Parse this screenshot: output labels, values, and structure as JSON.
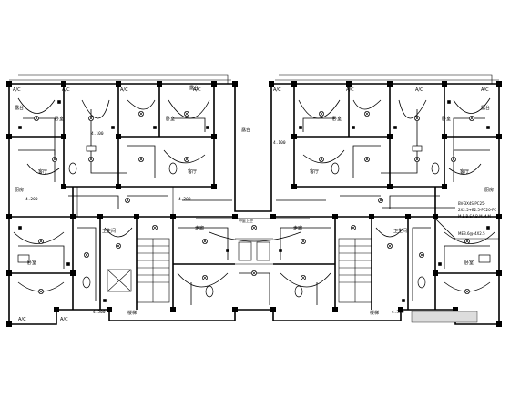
{
  "labels": {
    "ac": "A/C",
    "balcony": "露台",
    "bedroom": "卧室",
    "living": "客厅",
    "kitchen": "厨房",
    "bath": "卫生间",
    "corridor": "走廊",
    "shaft": "电梯间",
    "void": "中庭上空",
    "stair": "楼梯",
    "elev_left": "4.100",
    "elev_right": "4.100",
    "elev_mid_left": "4.200",
    "elev_mid_right": "4.200",
    "elev_bot_left": "4.500",
    "elev_bot_right": "4.500"
  },
  "legend": {
    "line1": "BV-3X4S-PC25-",
    "line2": "2X2.5+E2.5-PC20-FC",
    "line3": "M.E.B.SA.B.M.M.M",
    "line4": "MEB.6@-4X2.5"
  }
}
